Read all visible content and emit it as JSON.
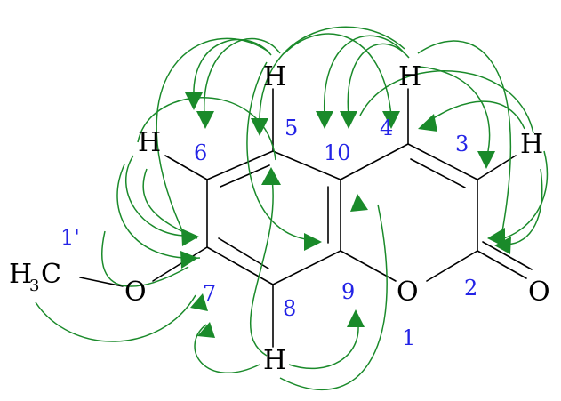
{
  "atoms": {
    "h5": "H",
    "h4": "H",
    "h6": "H",
    "h3": "H",
    "h8": "H",
    "o_ring": "O",
    "o_carbonyl": "O",
    "o_methoxy": "O",
    "methyl_h": "H",
    "methyl_sub": "3",
    "methyl_c": "C"
  },
  "numbers": {
    "n1": "1",
    "n1p": "1'",
    "n2": "2",
    "n3": "3",
    "n4": "4",
    "n5": "5",
    "n6": "6",
    "n7": "7",
    "n8": "8",
    "n9": "9",
    "n10": "10"
  },
  "colors": {
    "bond": "#000000",
    "number": "#2323e6",
    "correlation": "#1a8a2a"
  }
}
